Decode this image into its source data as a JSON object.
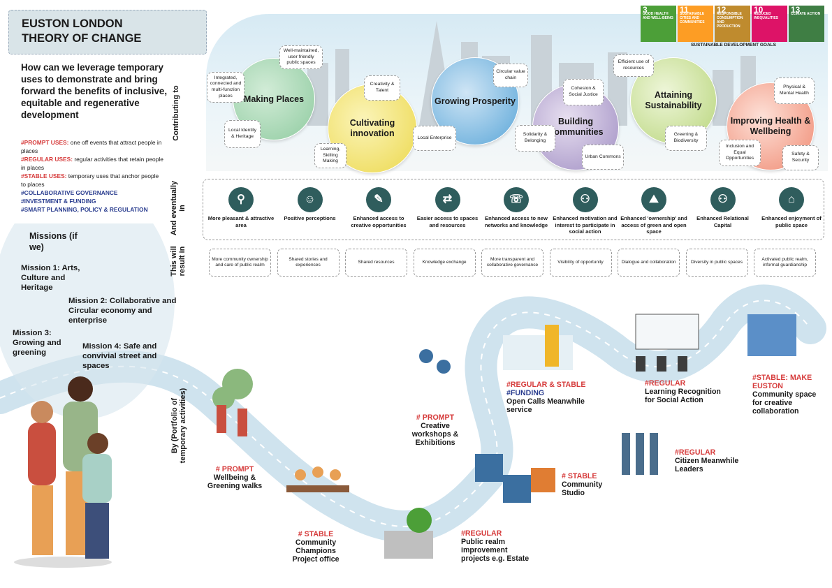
{
  "title": [
    "EUSTON LONDON",
    "THEORY OF CHANGE"
  ],
  "question": "How can we leverage temporary uses to demonstrate and bring forward the benefits of inclusive, equitable and regenerative development",
  "legend": [
    {
      "tag": "#PROMPT USES:",
      "text": " one off events that attract people in places",
      "color": "r"
    },
    {
      "tag": "#REGULAR USES:",
      "text": " regular activities that retain people in places",
      "color": "r"
    },
    {
      "tag": "#STABLE USES:",
      "text": " temporary uses that anchor people to places",
      "color": "r"
    },
    {
      "tag": "#COLLABORATIVE GOVERNANCE",
      "text": "",
      "color": "n"
    },
    {
      "tag": "#INVESTMENT & FUNDING",
      "text": "",
      "color": "n"
    },
    {
      "tag": "#SMART PLANNING, POLICY & REGULATION",
      "text": "",
      "color": "n"
    }
  ],
  "missions": {
    "heading": "Missions (if we)",
    "m1": "Mission 1: Arts, Culture and Heritage",
    "m2": "Mission 2: Collaborative and Circular economy and enterprise",
    "m3": "Mission 3: Growing and greening",
    "m4": "Mission 4: Safe and convivial street and spaces"
  },
  "row_labels": {
    "contrib": "Contributing to",
    "eventually": "And eventually in",
    "result": "This will result in",
    "by": "By (Portfolio of temporary activities)"
  },
  "sdg": {
    "caption": "SUSTAINABLE DEVELOPMENT GOALS",
    "goals": [
      {
        "num": "3",
        "name": "GOOD HEALTH AND WELL-BEING",
        "color": "#4c9f38"
      },
      {
        "num": "11",
        "name": "SUSTAINABLE CITIES AND COMMUNITIES",
        "color": "#fd9d24"
      },
      {
        "num": "12",
        "name": "RESPONSIBLE CONSUMPTION AND PRODUCTION",
        "color": "#bf8b2e"
      },
      {
        "num": "10",
        "name": "REDUCED INEQUALITIES",
        "color": "#dd1367"
      },
      {
        "num": "13",
        "name": "CLIMATE ACTION",
        "color": "#3f7e44"
      }
    ]
  },
  "outcomes": {
    "making": "Making Places",
    "cultivating": "Cultivating innovation",
    "growing": "Growing Prosperity",
    "building": "Building Communities",
    "attaining": "Attaining Sustainability",
    "improving": "Improving Health & Wellbeing"
  },
  "bubbles": {
    "b1": "Integrated, connected and multi-function places",
    "b2": "Well-maintained, user friendly public spaces",
    "b3": "Local Identity & Heritage",
    "b4": "Creativity & Talent",
    "b5": "Learning, Skilling Making",
    "b6": "Circular value chain",
    "b7": "Local Enterprise",
    "b8": "Cohesion & Social Justice",
    "b9": "Solidarity & Belonging",
    "b10": "Urban Commons",
    "b11": "Efficient use of resources",
    "b12": "Greening & Biodiversity",
    "b13": "Physical & Mental Health",
    "b14": "Inclusion and Equal Opportunities",
    "b15": "Safety & Security"
  },
  "eventually": [
    "More pleasant & attractive area",
    "Positive perceptions",
    "Enhanced access to creative opportunities",
    "Easier access to spaces and resources",
    "Enhanced access to new networks and knowledge",
    "Enhanced motivation and interest to participate in social action",
    "Enhanced 'ownership' and access of green and open space",
    "Enhanced Relational Capital",
    "Enhanced enjoyment of public space"
  ],
  "results": [
    "More community ownership and care of public realm",
    "Shared stories and experiences",
    "Shared resources",
    "Knowledge exchange",
    "More transparent and collaborative governance",
    "Visibility of opportunity",
    "Dialogue and collaboration",
    "Diversity in public spaces",
    "Activated public realm, informal guardianship"
  ],
  "activities": {
    "a1": {
      "tag": "# PROMPT",
      "text": "Wellbeing & Greening walks"
    },
    "a2": {
      "tag": "# STABLE",
      "text": "Community Champions Project office"
    },
    "a3": {
      "tag": "#REGULAR",
      "text": "Public realm improvement projects e.g. Estate"
    },
    "a4": {
      "tag": "# STABLE",
      "text": "Community Studio"
    },
    "a5": {
      "tag": "# PROMPT",
      "text": "Creative workshops & Exhibitions"
    },
    "a6": {
      "tag": "#REGULAR & STABLE",
      "tag2": "#FUNDING",
      "text": "Open Calls Meanwhile service"
    },
    "a7": {
      "tag": "#REGULAR",
      "text": "Learning Recognition for Social Action"
    },
    "a8": {
      "tag": "#REGULAR",
      "text": "Citizen Meanwhile Leaders"
    },
    "a9": {
      "tag": "#STABLE: MAKE EUSTON",
      "text": "Community space for creative collaboration"
    }
  }
}
